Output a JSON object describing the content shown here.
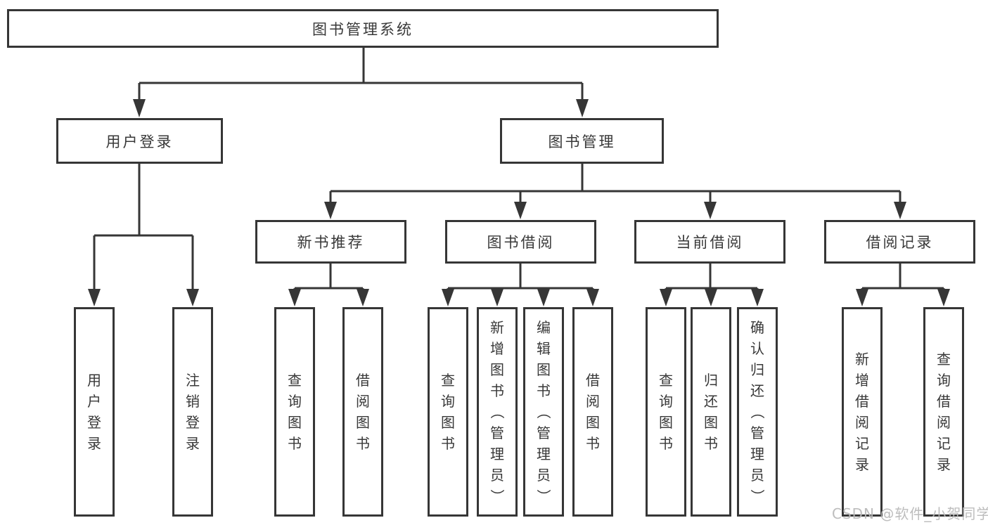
{
  "nodes": {
    "root": "图书管理系统",
    "user_login": "用户登录",
    "book_mgmt": "图书管理",
    "new_book_rec": "新书推荐",
    "book_borrow": "图书借阅",
    "current_borrow": "当前借阅",
    "borrow_records": "借阅记录",
    "leaf_user_login": "用户登录",
    "leaf_logout": "注销登录",
    "leaf_nbr_query": "查询图书",
    "leaf_nbr_borrow": "借阅图书",
    "leaf_bb_query": "查询图书",
    "leaf_bb_add": "新增图书（管理员）",
    "leaf_bb_edit": "编辑图书（管理员）",
    "leaf_bb_borrow": "借阅图书",
    "leaf_cb_query": "查询图书",
    "leaf_cb_return": "归还图书",
    "leaf_cb_confirm": "确认归还（管理员）",
    "leaf_br_add": "新增借阅记录",
    "leaf_br_query": "查询借阅记录"
  },
  "hierarchy": {
    "图书管理系统": {
      "用户登录": [
        "用户登录",
        "注销登录"
      ],
      "图书管理": {
        "新书推荐": [
          "查询图书",
          "借阅图书"
        ],
        "图书借阅": [
          "查询图书",
          "新增图书（管理员）",
          "编辑图书（管理员）",
          "借阅图书"
        ],
        "当前借阅": [
          "查询图书",
          "归还图书",
          "确认归还（管理员）"
        ],
        "借阅记录": [
          "新增借阅记录",
          "查询借阅记录"
        ]
      }
    }
  },
  "watermark": "CSDN @软件_小贺同学",
  "colors": {
    "line": "#363636",
    "text": "#383838",
    "background": "#ffffff",
    "watermark": "#b9b9b9"
  }
}
